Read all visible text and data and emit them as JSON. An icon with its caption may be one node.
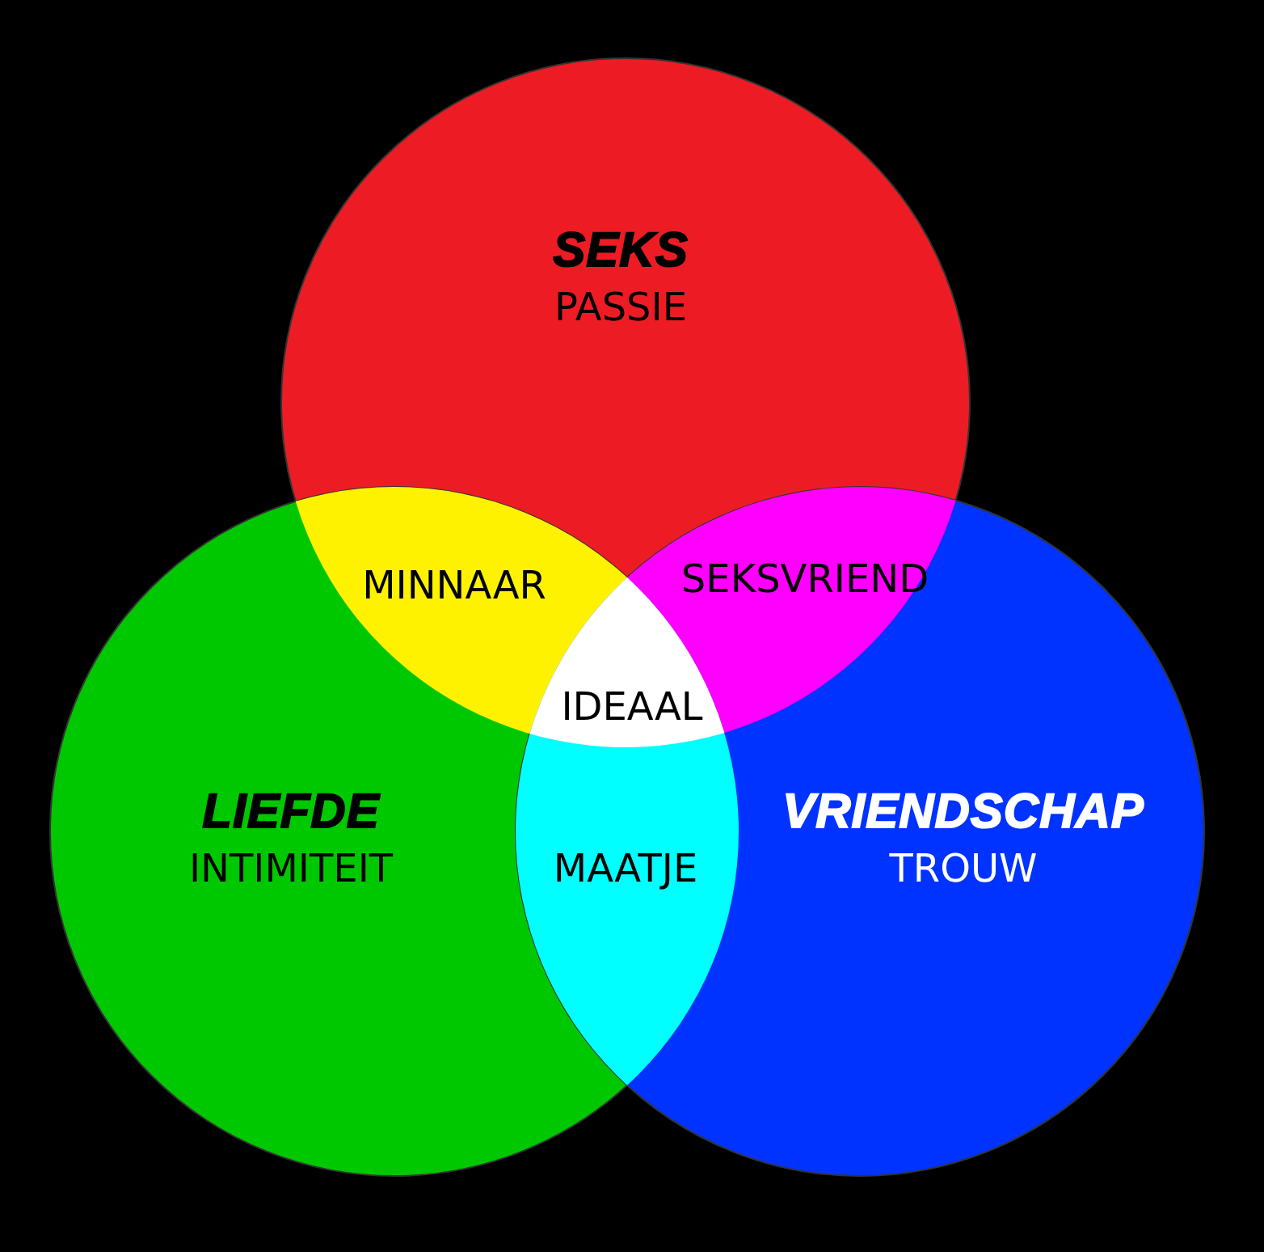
{
  "diagram": {
    "nodes": [
      {
        "text": [
          "SEKS",
          "PASSIE"
        ]
      },
      {
        "text": [
          "LIEFDE",
          "INTIMITEIT"
        ]
      },
      {
        "text": [
          "VRIENDSCHAP",
          "TROUW"
        ]
      }
    ],
    "labels": [
      "MINNAAR",
      "SEKSVRIEND",
      "IDEAAL",
      "MAATJE"
    ]
  }
}
